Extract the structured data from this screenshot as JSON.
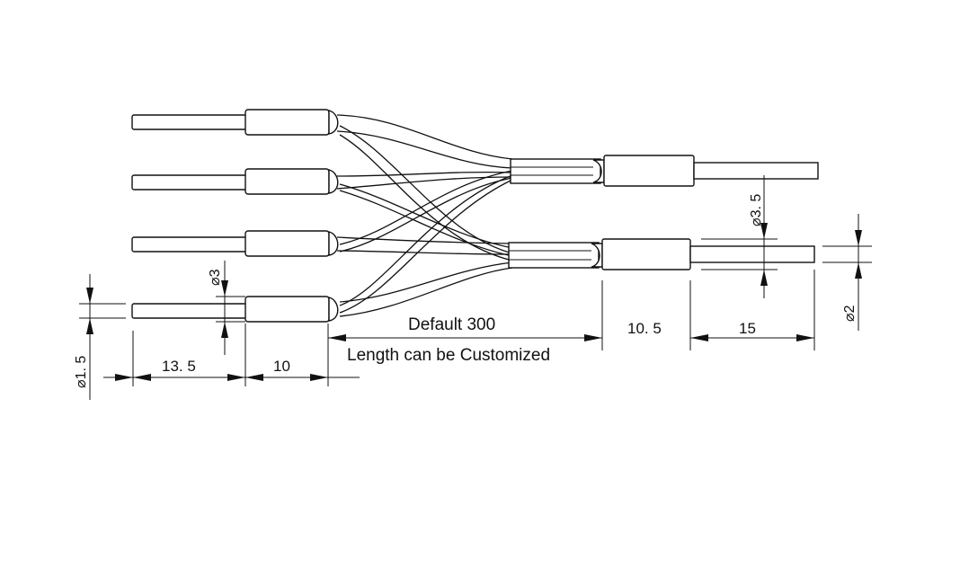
{
  "drawing": {
    "dimensions": {
      "length_default": "Default  300",
      "length_note": "Length can be Customized",
      "right_sleeve": "10. 5",
      "right_pin": "15",
      "left_pin": "13. 5",
      "left_sleeve": "10",
      "dia_pin_left": "⌀1. 5",
      "dia_sleeve_left": "⌀3",
      "dia_sleeve_right": "⌀3. 5",
      "dia_pin_right": "⌀2"
    }
  }
}
